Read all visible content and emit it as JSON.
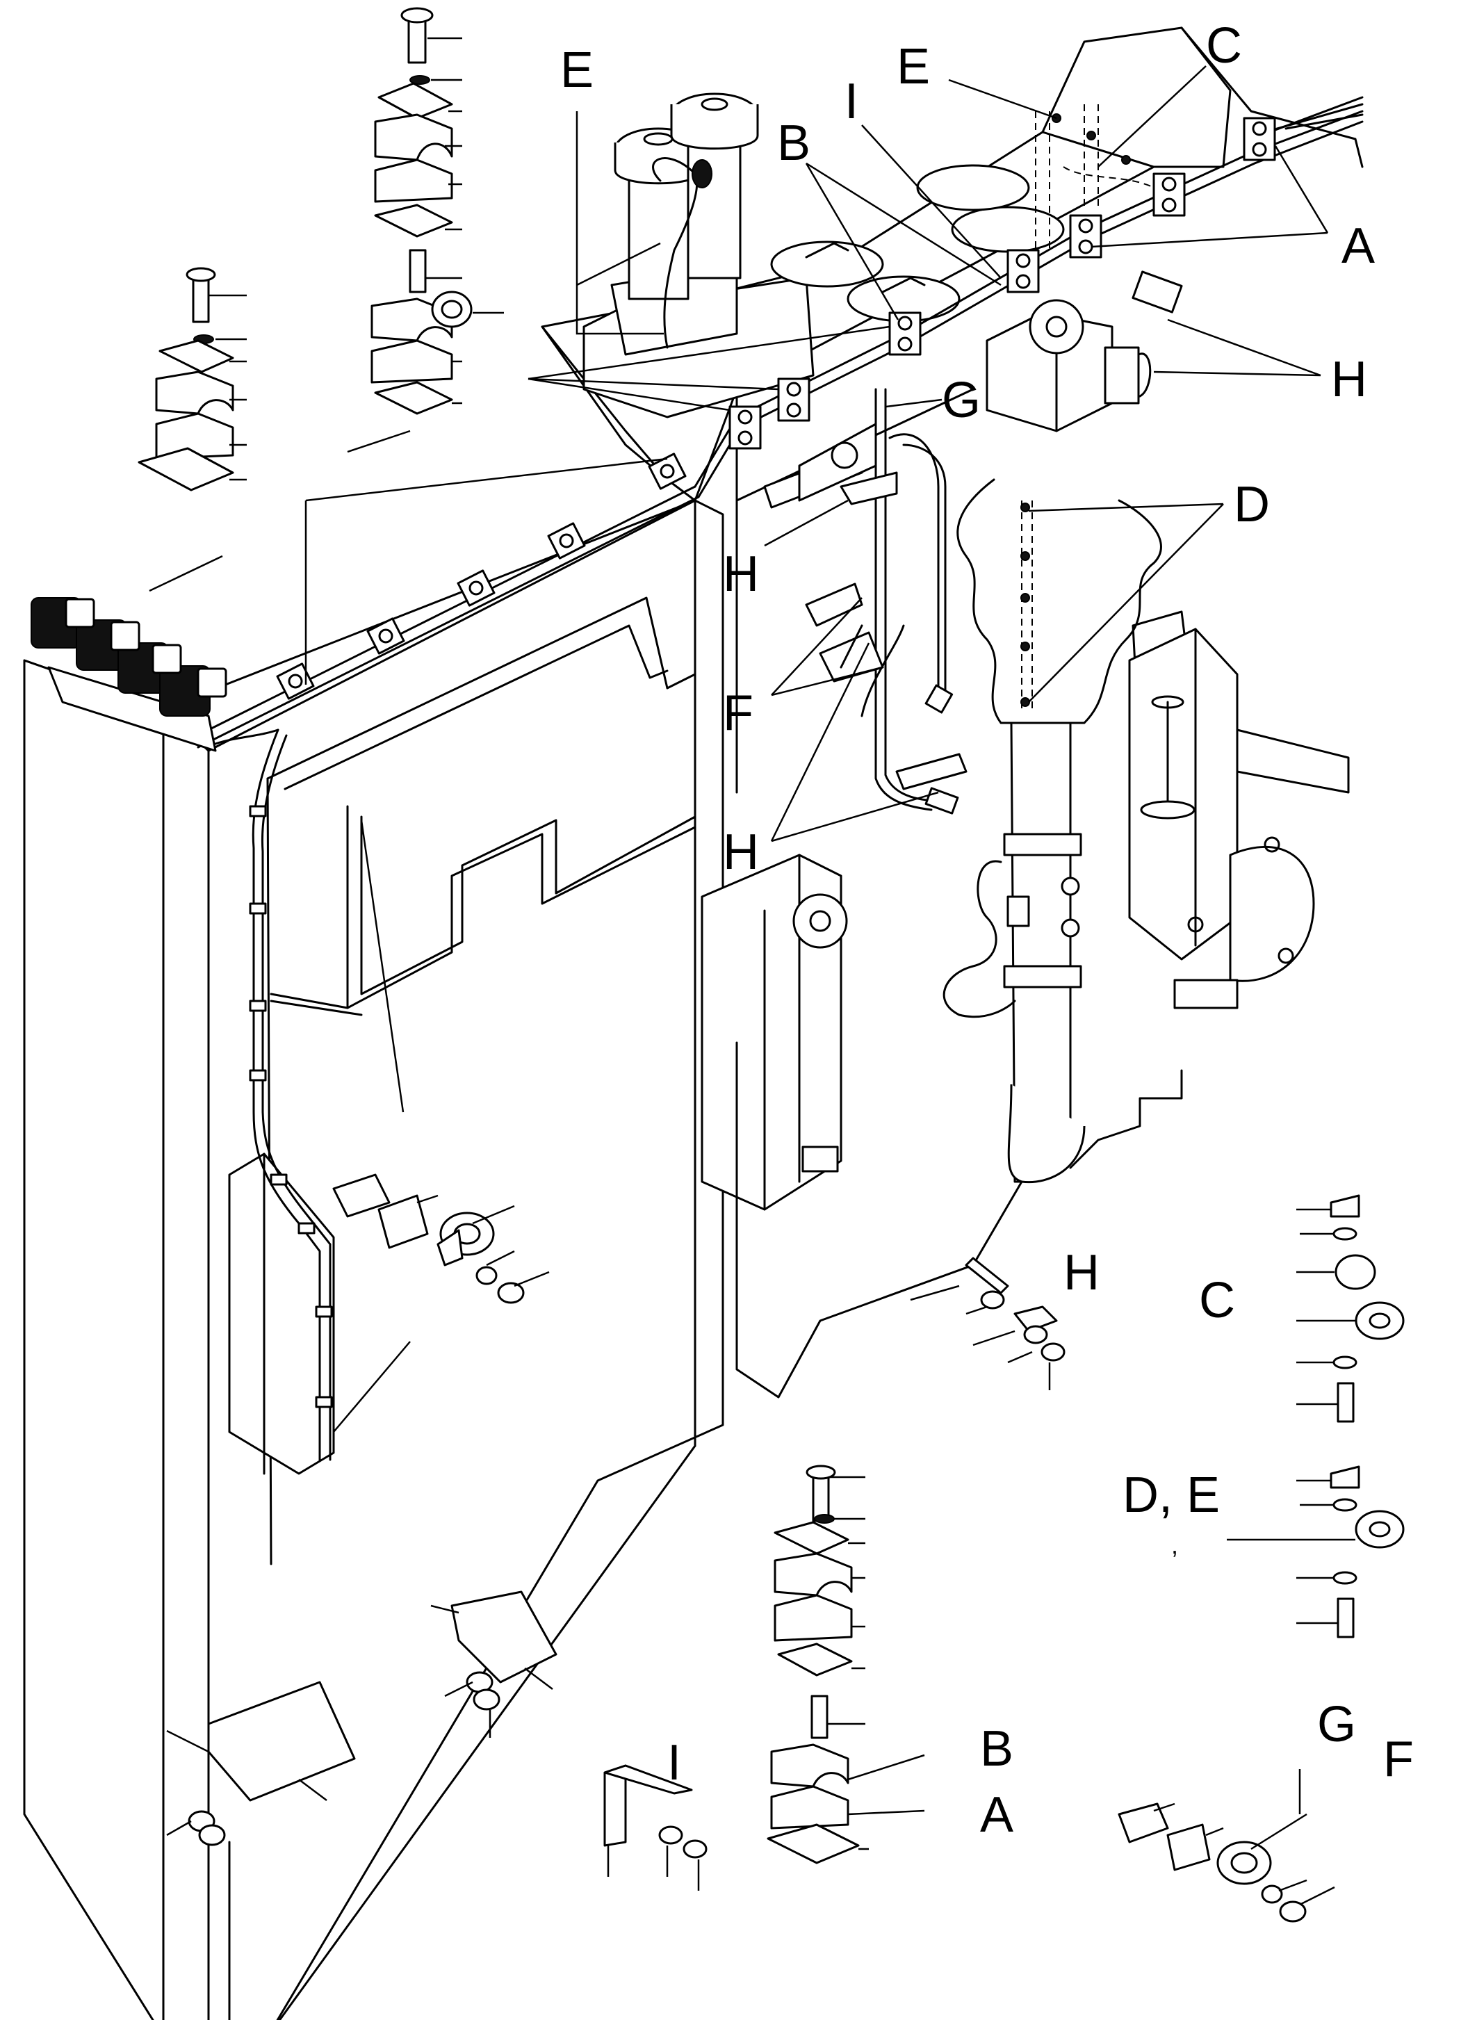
{
  "figure": {
    "labels": [
      {
        "id": "E-top-left",
        "text": "E"
      },
      {
        "id": "E-top-right",
        "text": "E"
      },
      {
        "id": "C-top",
        "text": "C"
      },
      {
        "id": "I-top",
        "text": "I"
      },
      {
        "id": "B-top",
        "text": "B"
      },
      {
        "id": "A-top",
        "text": "A"
      },
      {
        "id": "H-top-right",
        "text": "H"
      },
      {
        "id": "G-mid",
        "text": "G"
      },
      {
        "id": "D-mid",
        "text": "D"
      },
      {
        "id": "H-mid",
        "text": "H"
      },
      {
        "id": "F-mid",
        "text": "F"
      },
      {
        "id": "H-lower",
        "text": "H"
      },
      {
        "id": "H-detail",
        "text": "H"
      },
      {
        "id": "C-detail",
        "text": "C"
      },
      {
        "id": "DE-detail",
        "text": "D, E"
      },
      {
        "id": "comma-mark",
        "text": ","
      },
      {
        "id": "I-detail",
        "text": "I"
      },
      {
        "id": "B-detail",
        "text": "B"
      },
      {
        "id": "A-detail",
        "text": "A"
      },
      {
        "id": "G-detail",
        "text": "G"
      },
      {
        "id": "F-detail",
        "text": "F"
      }
    ]
  }
}
